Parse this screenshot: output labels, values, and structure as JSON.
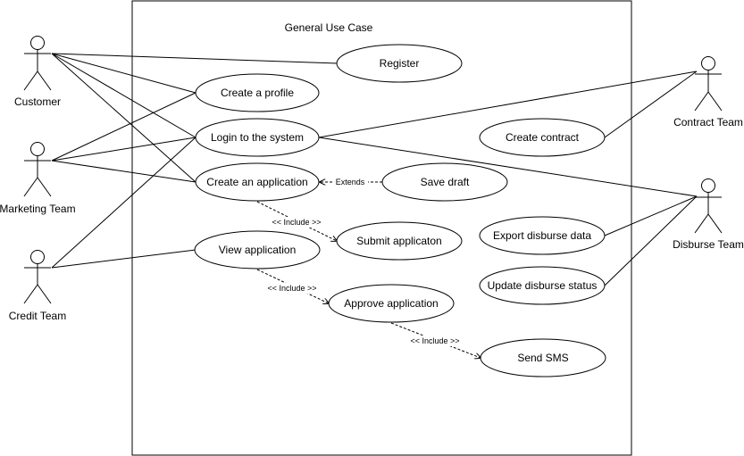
{
  "system": {
    "title": "General Use Case"
  },
  "actors": {
    "customer": "Customer",
    "marketing": "Marketing Team",
    "credit": "Credit Team",
    "contract": "Contract Team",
    "disburse": "Disburse Team"
  },
  "use_cases": {
    "register": "Register",
    "create_profile": "Create a profile",
    "login": "Login to the system",
    "create_application": "Create an application",
    "save_draft": "Save draft",
    "submit_application": "Submit applicaton",
    "view_application": "View application",
    "approve_application": "Approve application",
    "send_sms": "Send SMS",
    "create_contract": "Create contract",
    "export_disburse": "Export disburse data",
    "update_disburse": "Update disburse status"
  },
  "relations": {
    "extends": "Extends",
    "include_1": "<< Include >>",
    "include_2": "<< Include >>",
    "include_3": "<< Include >>"
  },
  "colors": {
    "stroke": "#000000",
    "background": "#ffffff"
  }
}
